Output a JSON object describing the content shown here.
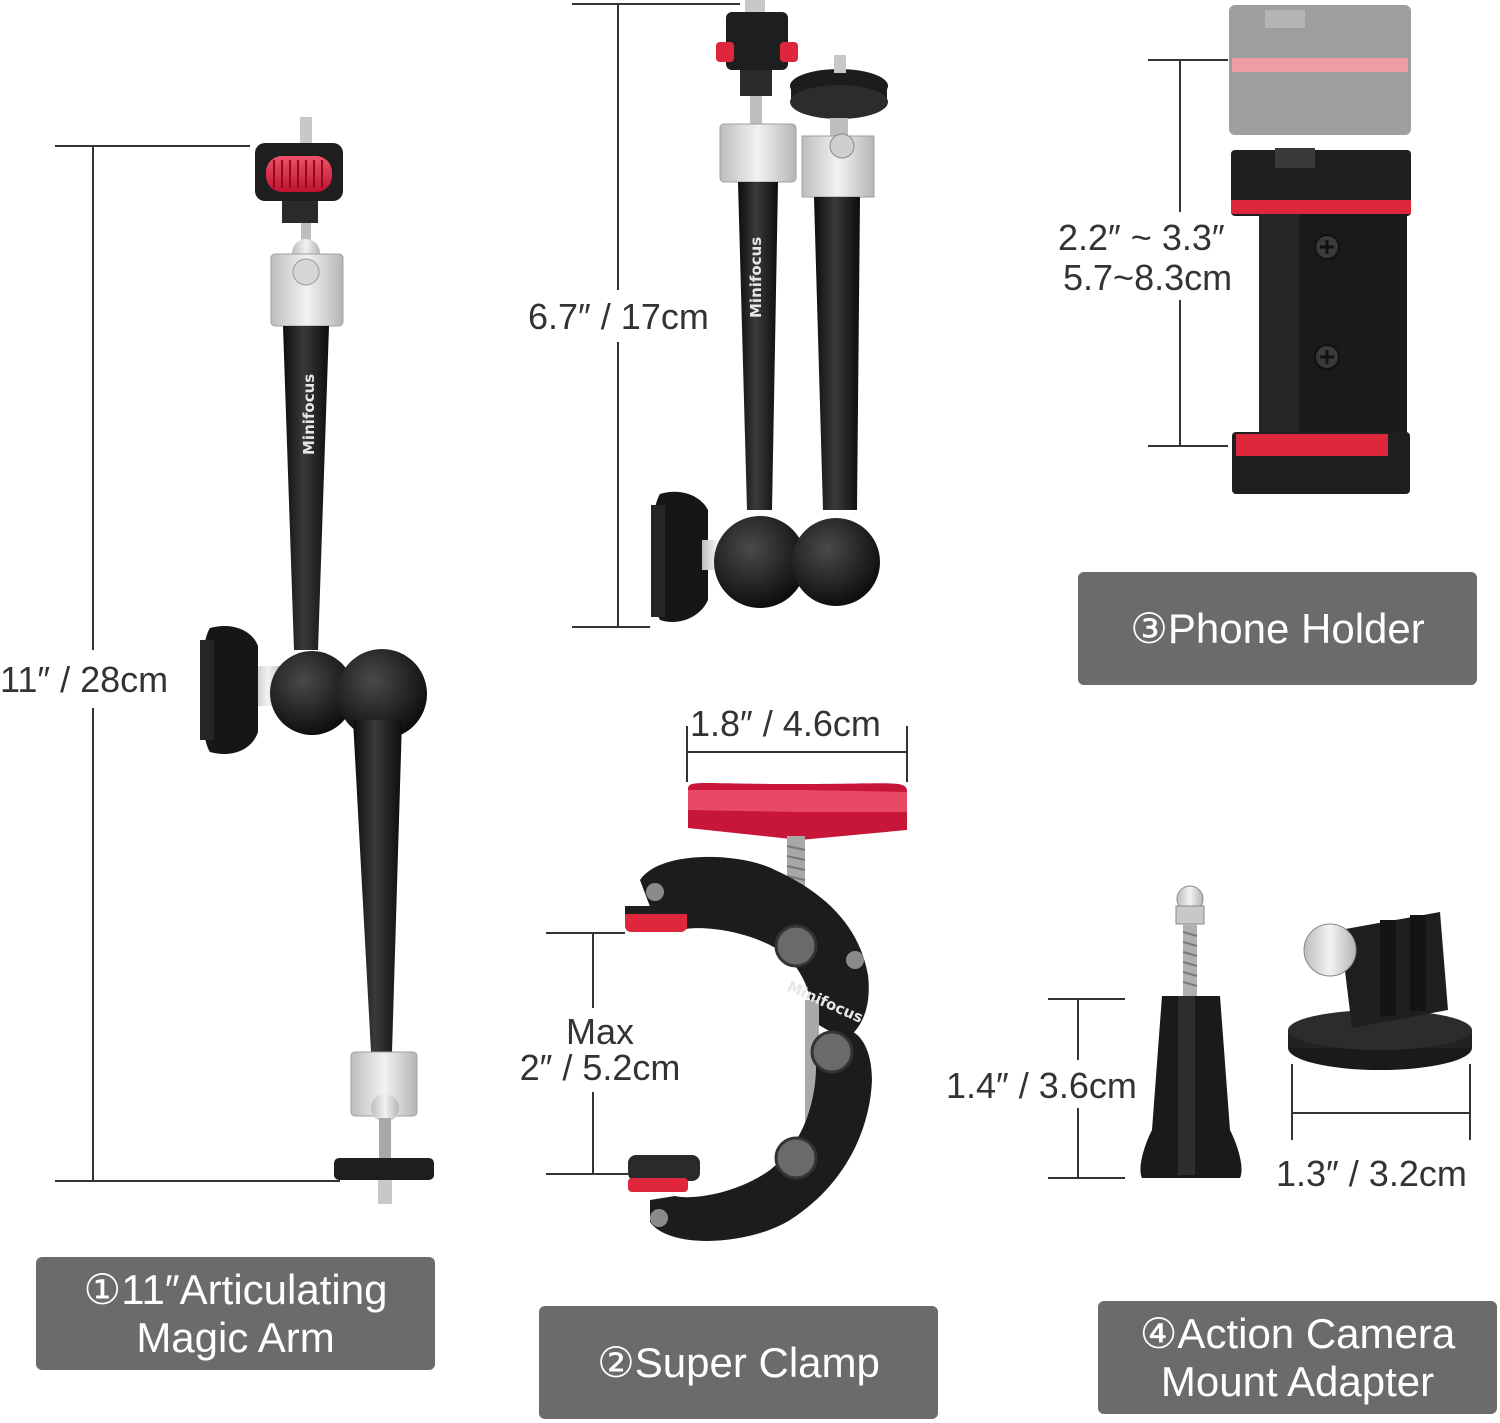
{
  "brand": "Minifocus",
  "colors": {
    "background": "#ffffff",
    "label_box": "#6b6b6b",
    "accent_red": "#e0263b",
    "metal_black": "#1c1c1c",
    "metal_silver": "#d9d9d9",
    "dimension_line": "#333333"
  },
  "dimensions": {
    "arm_11": "11″ / 28cm",
    "arm_short": "6.7″ / 17cm",
    "phone_range_in": "2.2″ ~ 3.3″",
    "phone_range_cm": "5.7~8.3cm",
    "clamp_top": "1.8″ / 4.6cm",
    "clamp_max_word": "Max",
    "clamp_max": "2″ / 5.2cm",
    "screw_len": "1.4″ / 3.6cm",
    "mount_width": "1.3″ / 3.2cm"
  },
  "labels": {
    "arm": [
      "①11″Articulating",
      "Magic Arm"
    ],
    "clamp": [
      "②Super Clamp"
    ],
    "phone": [
      "③Phone Holder"
    ],
    "action": [
      "④Action Camera",
      "Mount Adapter"
    ]
  }
}
